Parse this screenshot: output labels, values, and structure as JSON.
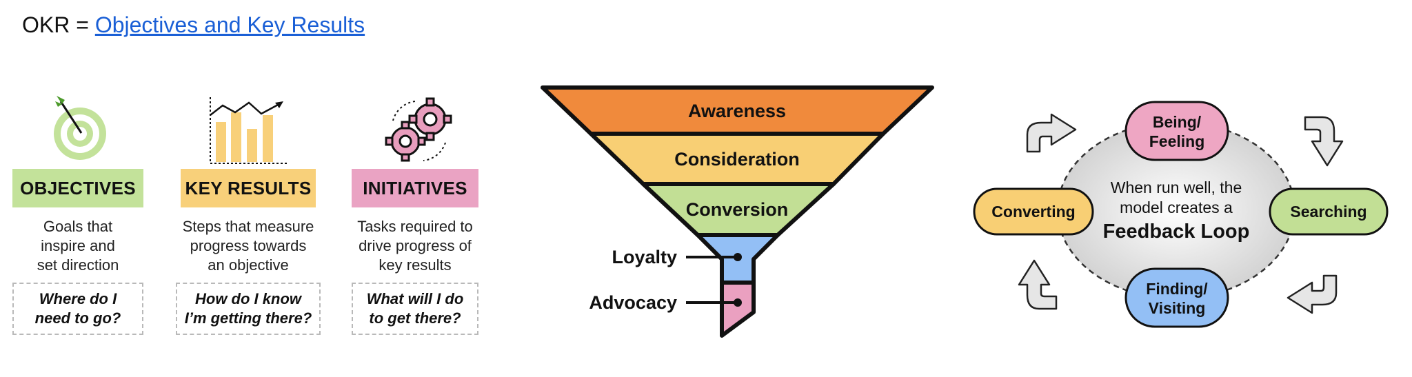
{
  "header": {
    "prefix": "OKR = ",
    "link_text": "Objectives and Key Results "
  },
  "okr": {
    "columns": [
      {
        "label": "OBJECTIVES",
        "description": [
          "Goals that",
          "inspire and",
          "set direction"
        ],
        "question": [
          "Where do I",
          "need to go?"
        ],
        "icon": "target-arrow-icon",
        "color": "#c3e29a"
      },
      {
        "label": "KEY RESULTS",
        "description": [
          "Steps that measure",
          "progress towards",
          "an objective"
        ],
        "question": [
          "How do I know",
          "I’m getting there?"
        ],
        "icon": "bar-chart-icon",
        "color": "#f8d07a"
      },
      {
        "label": "INITIATIVES",
        "description": [
          "Tasks required to",
          "drive progress of",
          "key results"
        ],
        "question": [
          "What will I do",
          "to get there?"
        ],
        "icon": "gears-icon",
        "color": "#eaa3c3"
      }
    ]
  },
  "funnel": {
    "stages": [
      {
        "label": "Awareness",
        "color": "#f08a3c"
      },
      {
        "label": "Consideration",
        "color": "#f8cf74"
      },
      {
        "label": "Conversion",
        "color": "#c2df95"
      },
      {
        "label": "Loyalty",
        "color": "#93bff5"
      },
      {
        "label": "Advocacy",
        "color": "#eaa0c0"
      }
    ]
  },
  "loop": {
    "center": {
      "line1": "When run well, the",
      "line2": "model creates a",
      "emphasis": "Feedback Loop"
    },
    "nodes": [
      {
        "label_lines": [
          "Being/",
          "Feeling"
        ],
        "color": "#eea6c3"
      },
      {
        "label_lines": [
          "Searching"
        ],
        "color": "#c2df95"
      },
      {
        "label_lines": [
          "Finding/",
          "Visiting"
        ],
        "color": "#93bff5"
      },
      {
        "label_lines": [
          "Converting"
        ],
        "color": "#f8cf74"
      }
    ],
    "arrow_icon": "curved-arrow-icon"
  }
}
